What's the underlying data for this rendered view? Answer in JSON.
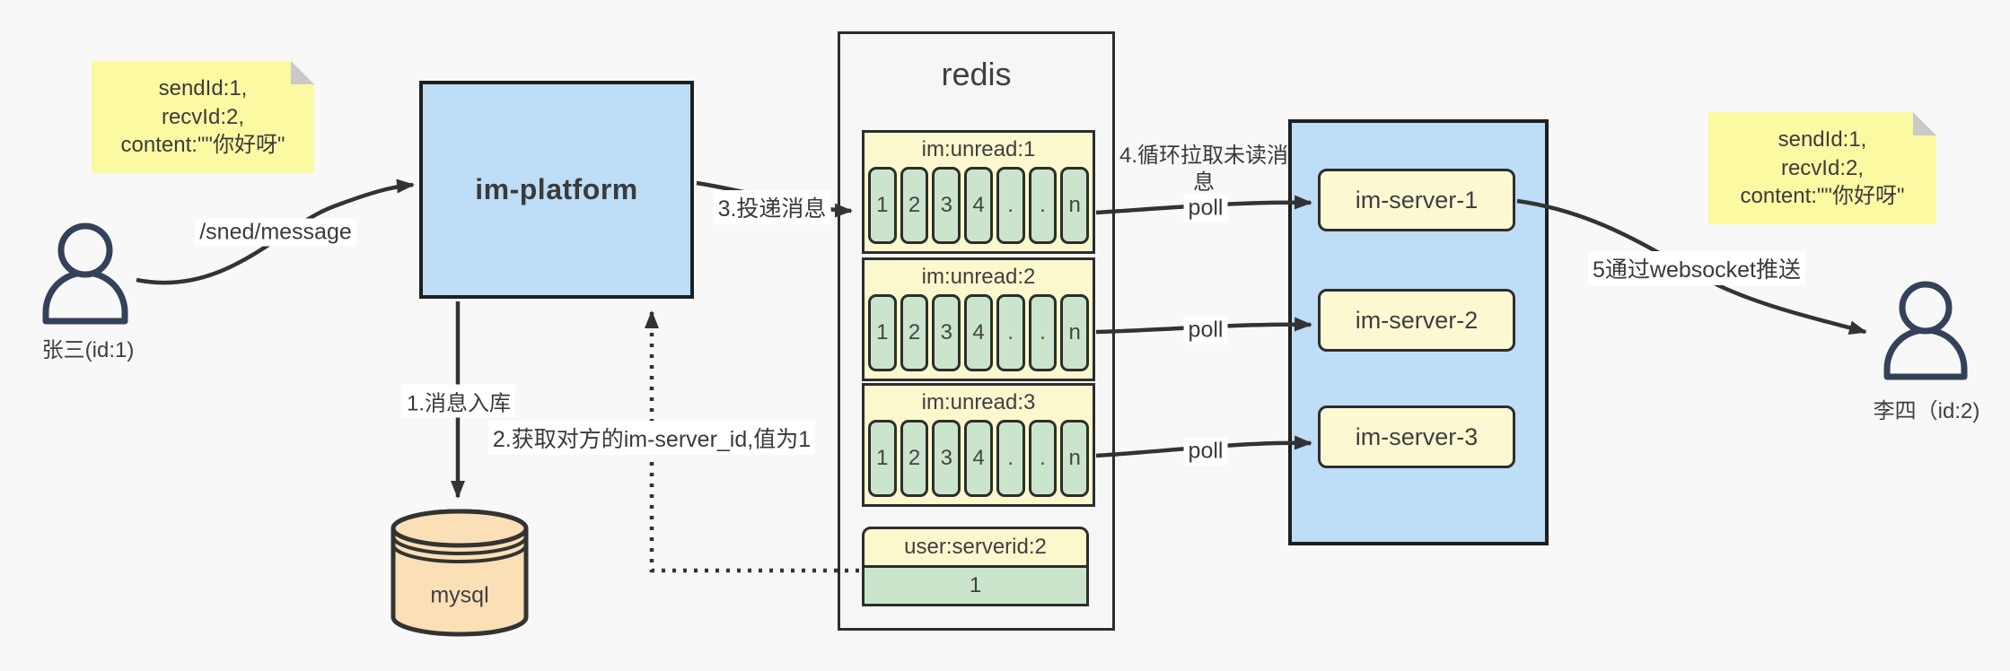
{
  "canvas": {
    "background": "#f8f8f8",
    "line_color": "#333333"
  },
  "notes": {
    "left": {
      "text": "sendId:1,\nrecvId:2,\ncontent:\"\"你好呀\"",
      "color": "#fbf9a2"
    },
    "right": {
      "text": "sendId:1,\nrecvId:2,\ncontent:\"\"你好呀\"",
      "color": "#fbf9a2"
    }
  },
  "actors": {
    "sender": {
      "label": "张三(id:1)"
    },
    "receiver": {
      "label": "李四（id:2)"
    }
  },
  "platform": {
    "label": "im-platform",
    "color": "#beddf6"
  },
  "mysql": {
    "label": "mysql",
    "color": "#fbdfb6"
  },
  "redis": {
    "title": "redis",
    "header_color": "#fbf8ce",
    "cell_color": "#cbe5cc",
    "queues": [
      {
        "title": "im:unread:1",
        "cells": [
          "1",
          "2",
          "3",
          "4",
          ".",
          ".",
          "n"
        ]
      },
      {
        "title": "im:unread:2",
        "cells": [
          "1",
          "2",
          "3",
          "4",
          ".",
          ".",
          "n"
        ]
      },
      {
        "title": "im:unread:3",
        "cells": [
          "1",
          "2",
          "3",
          "4",
          ".",
          ".",
          "n"
        ]
      }
    ],
    "kv": {
      "title": "user:serverid:2",
      "value": "1"
    }
  },
  "server_group": {
    "color": "#beddf6",
    "box_color": "#fcf9d2",
    "servers": [
      {
        "label": "im-server-1"
      },
      {
        "label": "im-server-2"
      },
      {
        "label": "im-server-3"
      }
    ]
  },
  "flows": {
    "send": "/sned/message",
    "step1": "1.消息入库",
    "step2": "2.获取对方的im-server_id,值为1",
    "step3": "3.投递消息",
    "step4": "4.循环拉取未读消息",
    "step5": "5通过websocket推送",
    "poll": "poll"
  }
}
